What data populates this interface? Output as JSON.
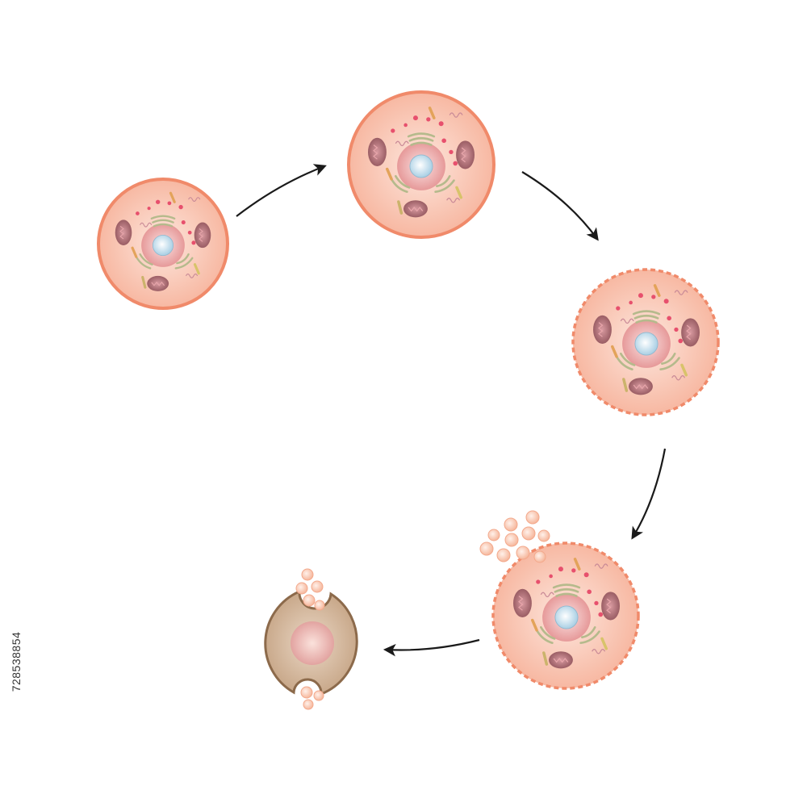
{
  "diagram": {
    "stage_count": 5,
    "stage_order": [
      "cell-1",
      "cell-2",
      "cell-3",
      "cell-4",
      "dead-cell"
    ],
    "colors": {
      "membrane": "#f08a6a",
      "cytoplasm": "#f9c4b0",
      "cytoplasm_light": "#fbe0d6",
      "nucleus_ring": "#eba3a3",
      "nucleus_core": "#c7e1ee",
      "mitochondria": "#b5757a",
      "golgi": "#b5ba8c",
      "dots": "#e7506d",
      "rods": "#e3a35a",
      "dead_cell_fill": "#d8bfa6",
      "dead_cell_border": "#8c6a4b",
      "blebs": "#fbc8ae",
      "arrow": "#1a1a1a"
    }
  },
  "stock_id": "728538854"
}
